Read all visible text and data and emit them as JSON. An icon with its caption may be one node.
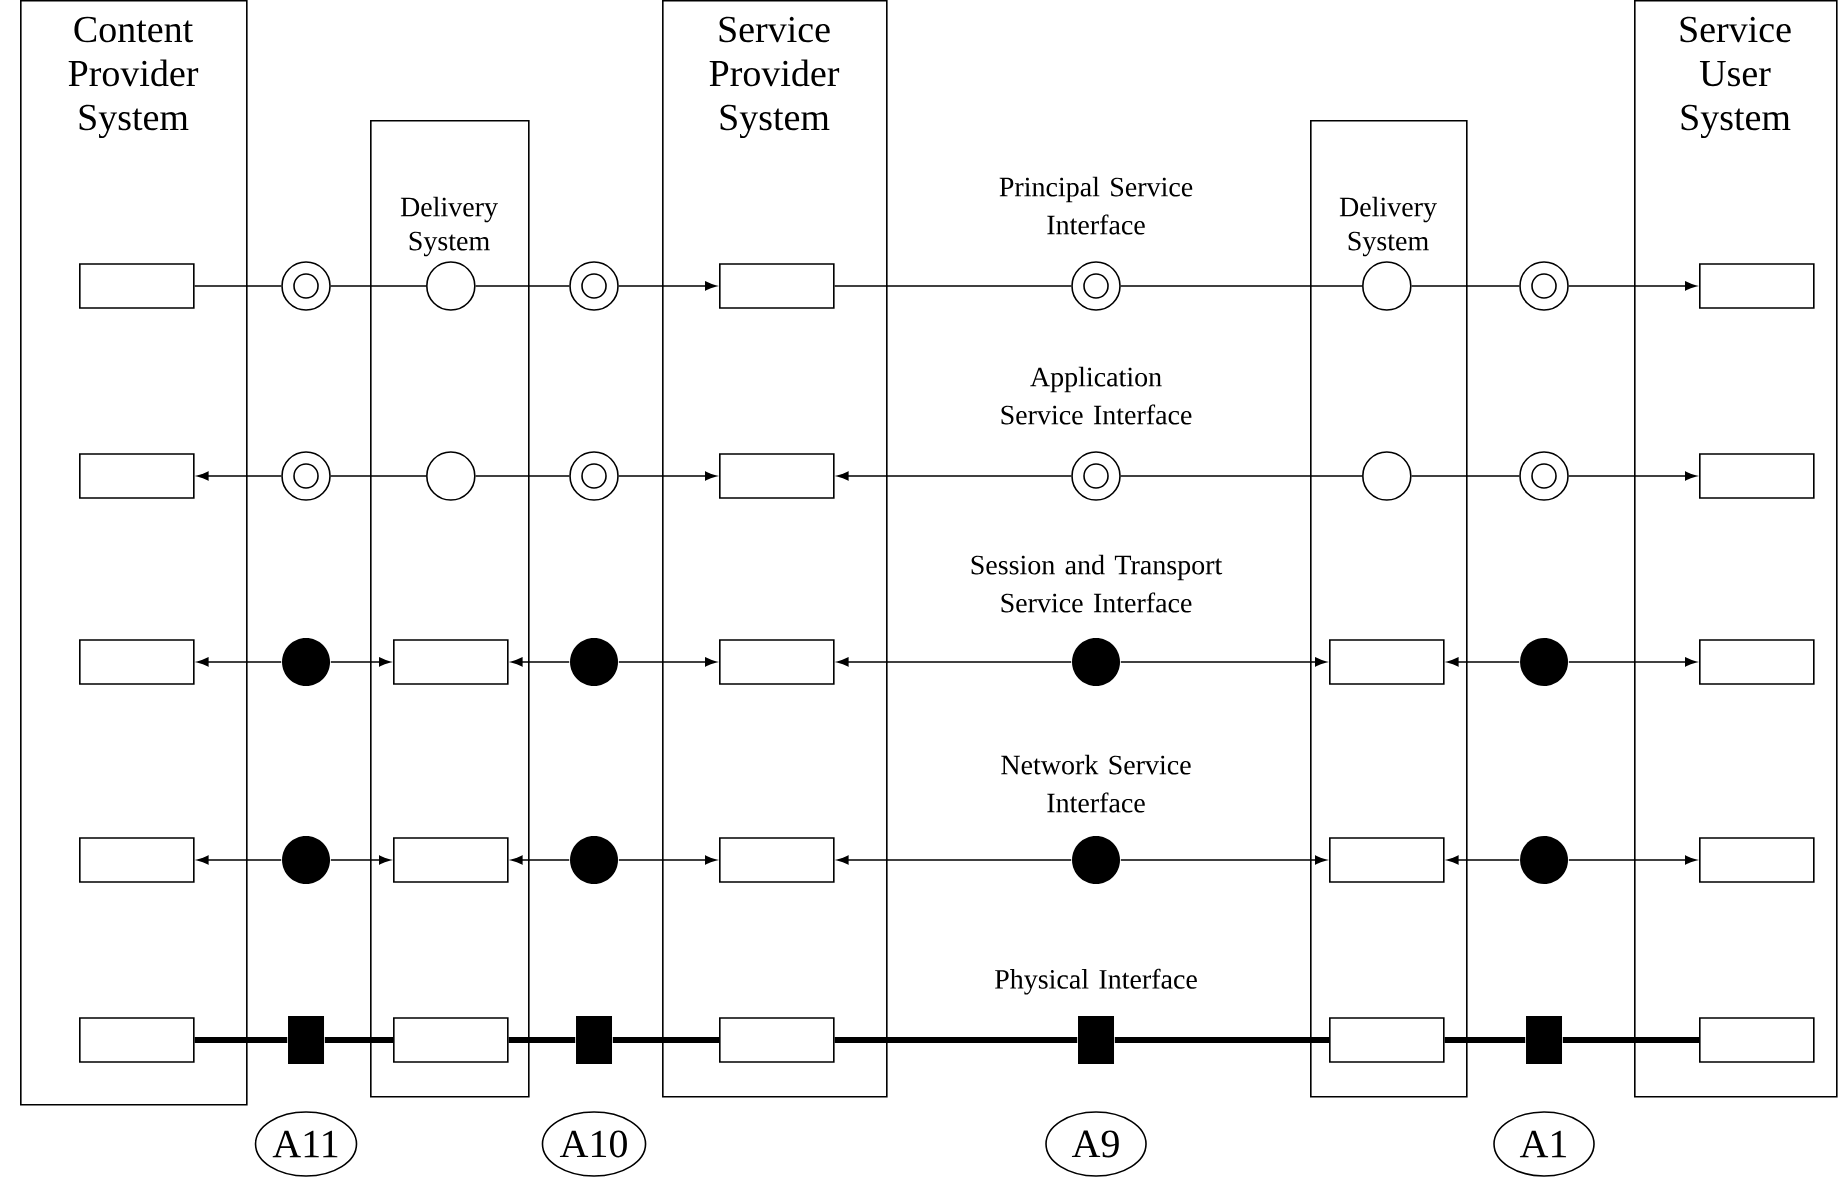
{
  "diagram": {
    "nodes": [
      {
        "text": [
          "Content Provider System"
        ]
      },
      {
        "text": [
          "Delivery System"
        ]
      },
      {
        "text": [
          "Service Provider System"
        ]
      },
      {
        "text": [
          "Delivery System"
        ]
      },
      {
        "text": [
          "Service User System"
        ]
      },
      {
        "text": [],
        "shape": "box",
        "in": 0
      },
      {
        "text": [],
        "shape": "ring"
      },
      {
        "text": [],
        "shape": "circle",
        "in": 1
      },
      {
        "text": [],
        "shape": "ring"
      },
      {
        "text": [],
        "shape": "box",
        "in": 2
      },
      {
        "text": [],
        "shape": "ring"
      },
      {
        "text": [],
        "shape": "circle",
        "in": 3
      },
      {
        "text": [],
        "shape": "ring"
      },
      {
        "text": [],
        "shape": "box",
        "in": 4
      },
      {
        "text": [],
        "shape": "box",
        "in": 0
      },
      {
        "text": [],
        "shape": "ring"
      },
      {
        "text": [],
        "shape": "circle",
        "in": 1
      },
      {
        "text": [],
        "shape": "ring"
      },
      {
        "text": [],
        "shape": "box",
        "in": 2
      },
      {
        "text": [],
        "shape": "ring"
      },
      {
        "text": [],
        "shape": "circle",
        "in": 3
      },
      {
        "text": [],
        "shape": "ring"
      },
      {
        "text": [],
        "shape": "box",
        "in": 4
      },
      {
        "text": [],
        "shape": "box",
        "in": 0
      },
      {
        "text": [],
        "shape": "dot"
      },
      {
        "text": [],
        "shape": "box",
        "in": 1
      },
      {
        "text": [],
        "shape": "dot"
      },
      {
        "text": [],
        "shape": "box",
        "in": 2
      },
      {
        "text": [],
        "shape": "dot"
      },
      {
        "text": [],
        "shape": "box",
        "in": 3
      },
      {
        "text": [],
        "shape": "dot"
      },
      {
        "text": [],
        "shape": "box",
        "in": 4
      },
      {
        "text": [],
        "shape": "box",
        "in": 0
      },
      {
        "text": [],
        "shape": "dot"
      },
      {
        "text": [],
        "shape": "box",
        "in": 1
      },
      {
        "text": [],
        "shape": "dot"
      },
      {
        "text": [],
        "shape": "box",
        "in": 2
      },
      {
        "text": [],
        "shape": "dot"
      },
      {
        "text": [],
        "shape": "box",
        "in": 3
      },
      {
        "text": [],
        "shape": "dot"
      },
      {
        "text": [],
        "shape": "box",
        "in": 4
      },
      {
        "text": [],
        "shape": "box",
        "in": 0
      },
      {
        "text": [],
        "shape": "square"
      },
      {
        "text": [],
        "shape": "box",
        "in": 1
      },
      {
        "text": [],
        "shape": "square"
      },
      {
        "text": [],
        "shape": "box",
        "in": 2
      },
      {
        "text": [],
        "shape": "square"
      },
      {
        "text": [],
        "shape": "box",
        "in": 3
      },
      {
        "text": [],
        "shape": "square"
      },
      {
        "text": [],
        "shape": "box",
        "in": 4
      },
      {
        "text": [
          "A11"
        ]
      },
      {
        "text": [
          "A10"
        ]
      },
      {
        "text": [
          "A9"
        ]
      },
      {
        "text": [
          "A1"
        ]
      }
    ],
    "edges": [
      {
        "from": 5,
        "to": 6,
        "arrow": "none"
      },
      {
        "from": 6,
        "to": 7,
        "arrow": "none"
      },
      {
        "from": 7,
        "to": 8,
        "arrow": "none"
      },
      {
        "from": 8,
        "to": 9,
        "arrow": "to"
      },
      {
        "from": 9,
        "to": 10,
        "arrow": "none"
      },
      {
        "from": 10,
        "to": 11,
        "arrow": "none"
      },
      {
        "from": 11,
        "to": 12,
        "arrow": "none"
      },
      {
        "from": 12,
        "to": 13,
        "arrow": "to"
      },
      {
        "from": 15,
        "to": 14,
        "arrow": "to"
      },
      {
        "from": 15,
        "to": 16,
        "arrow": "none"
      },
      {
        "from": 16,
        "to": 17,
        "arrow": "none"
      },
      {
        "from": 17,
        "to": 18,
        "arrow": "to"
      },
      {
        "from": 19,
        "to": 18,
        "arrow": "to"
      },
      {
        "from": 19,
        "to": 20,
        "arrow": "none"
      },
      {
        "from": 20,
        "to": 21,
        "arrow": "none"
      },
      {
        "from": 21,
        "to": 22,
        "arrow": "to"
      },
      {
        "from": 24,
        "to": 23,
        "arrow": "to"
      },
      {
        "from": 24,
        "to": 25,
        "arrow": "to"
      },
      {
        "from": 26,
        "to": 25,
        "arrow": "to"
      },
      {
        "from": 26,
        "to": 27,
        "arrow": "to"
      },
      {
        "from": 28,
        "to": 27,
        "arrow": "to"
      },
      {
        "from": 28,
        "to": 29,
        "arrow": "to"
      },
      {
        "from": 30,
        "to": 29,
        "arrow": "to"
      },
      {
        "from": 30,
        "to": 31,
        "arrow": "to"
      },
      {
        "from": 33,
        "to": 32,
        "arrow": "to"
      },
      {
        "from": 33,
        "to": 34,
        "arrow": "to"
      },
      {
        "from": 35,
        "to": 34,
        "arrow": "to"
      },
      {
        "from": 35,
        "to": 36,
        "arrow": "to"
      },
      {
        "from": 37,
        "to": 36,
        "arrow": "to"
      },
      {
        "from": 37,
        "to": 38,
        "arrow": "to"
      },
      {
        "from": 39,
        "to": 38,
        "arrow": "to"
      },
      {
        "from": 39,
        "to": 40,
        "arrow": "to"
      },
      {
        "from": 41,
        "to": 42,
        "arrow": "none",
        "style": "thick"
      },
      {
        "from": 42,
        "to": 43,
        "arrow": "none",
        "style": "thick"
      },
      {
        "from": 43,
        "to": 44,
        "arrow": "none",
        "style": "thick"
      },
      {
        "from": 44,
        "to": 45,
        "arrow": "none",
        "style": "thick"
      },
      {
        "from": 45,
        "to": 46,
        "arrow": "none",
        "style": "thick"
      },
      {
        "from": 46,
        "to": 47,
        "arrow": "none",
        "style": "thick"
      },
      {
        "from": 47,
        "to": 48,
        "arrow": "none",
        "style": "thick"
      },
      {
        "from": 48,
        "to": 49,
        "arrow": "none",
        "style": "thick"
      }
    ],
    "labels": [
      "Principal Service Interface",
      "Application Service Interface",
      "Session and Transport Service Interface",
      "Network Service Interface",
      "Physical Interface"
    ]
  }
}
